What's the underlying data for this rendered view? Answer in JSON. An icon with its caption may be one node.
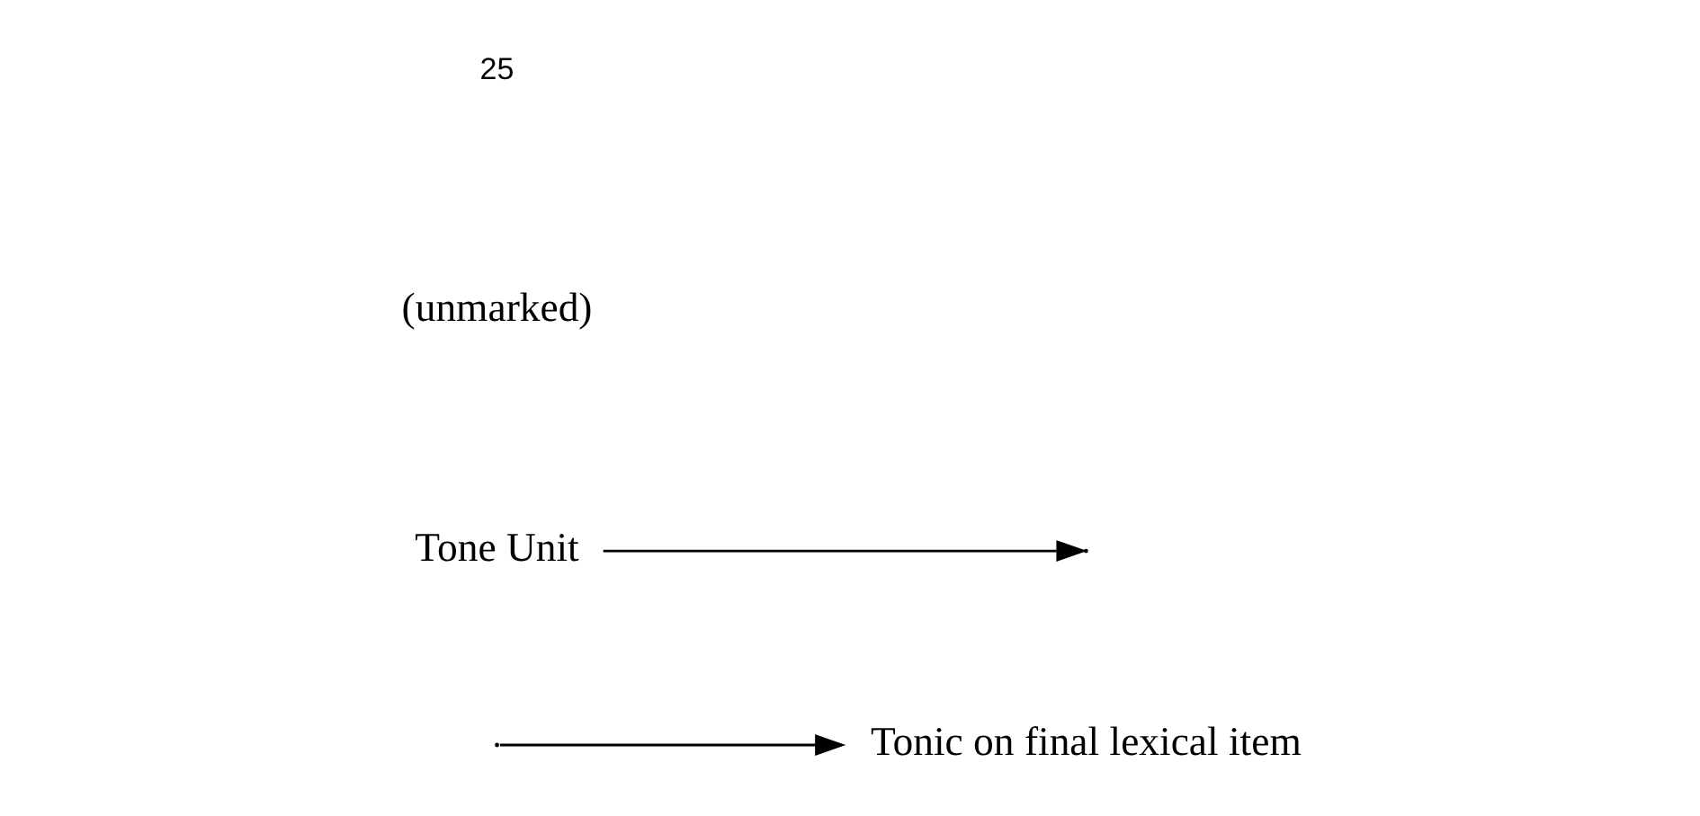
{
  "diagram": {
    "nodes": [
      {
        "text": [
          "Tonic on final lexical item"
        ]
      },
      {
        "text": [
          "Tone Unit"
        ]
      }
    ],
    "edges": [
      {
        "from": null,
        "to": 0,
        "arrow": "to"
      },
      {
        "from": 1,
        "to": null,
        "arrow": "to"
      }
    ],
    "labels": [
      "(unmarked)",
      "25"
    ]
  }
}
